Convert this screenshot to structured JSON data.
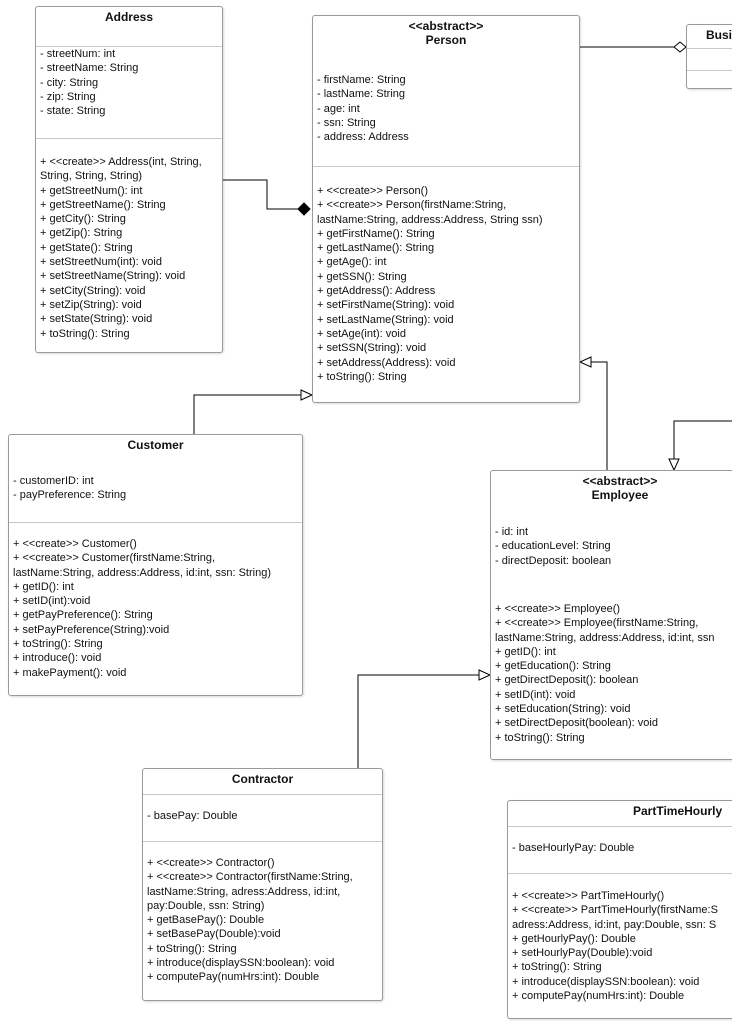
{
  "classes": {
    "address": {
      "name": "Address",
      "attributes": [
        "- streetNum: int",
        "- streetName: String",
        "- city: String",
        "- zip: String",
        "- state: String"
      ],
      "methods": [
        "+ <<create>> Address(int, String, String, String, String)",
        "+ getStreetNum(): int",
        "+ getStreetName(): String",
        "+ getCity(): String",
        "+ getZip(): String",
        "+ getState(): String",
        "+ setStreetNum(int): void",
        "+ setStreetName(String): void",
        "+ setCity(String): void",
        "+ setZip(String): void",
        "+ setState(String): void",
        "+ toString(): String"
      ]
    },
    "person": {
      "stereotype": "<<abstract>>",
      "name": "Person",
      "attributes": [
        "- firstName: String",
        "- lastName: String",
        "- age: int",
        "- ssn: String",
        "- address: Address"
      ],
      "methods": [
        "+ <<create>> Person()",
        "+ <<create>> Person(firstName:String, lastName:String, address:Address, String ssn)",
        "+ getFirstName(): String",
        "+ getLastName(): String",
        "+ getAge(): int",
        "+ getSSN(): String",
        "+ getAddress(): Address",
        "+ setFirstName(String): void",
        "+ setLastName(String): void",
        "+ setAge(int): void",
        "+ setSSN(String): void",
        "+ setAddress(Address): void",
        "+ toString(): String"
      ]
    },
    "business": {
      "name": "Busi"
    },
    "customer": {
      "name": "Customer",
      "attributes": [
        "- customerID: int",
        "- payPreference: String"
      ],
      "methods": [
        "+ <<create>> Customer()",
        "+ <<create>> Customer(firstName:String, lastName:String, address:Address, id:int, ssn: String)",
        "+ getID(): int",
        "+ setID(int):void",
        "+ getPayPreference(): String",
        "+ setPayPreference(String):void",
        "+ toString(): String",
        "+ introduce(): void",
        "+ makePayment(): void"
      ]
    },
    "employee": {
      "stereotype": "<<abstract>>",
      "name": "Employee",
      "attributes": [
        "- id: int",
        "- educationLevel: String",
        "- directDeposit: boolean"
      ],
      "methods": [
        "+ <<create>> Employee()",
        "+ <<create>> Employee(firstName:String,",
        "lastName:String, address:Address, id:int, ssn",
        "+ getID(): int",
        "+ getEducation(): String",
        "+ getDirectDeposit(): boolean",
        "+ setID(int): void",
        "+ setEducation(String): void",
        "+ setDirectDeposit(boolean): void",
        "+ toString(): String"
      ]
    },
    "contractor": {
      "name": "Contractor",
      "attributes": [
        "- basePay: Double"
      ],
      "methods": [
        "+ <<create>> Contractor()",
        "+ <<create>> Contractor(firstName:String, lastName:String, adress:Address, id:int, pay:Double, ssn: String)",
        "+ getBasePay(): Double",
        "+ setBasePay(Double):void",
        "+ toString(): String",
        "+ introduce(displaySSN:boolean): void",
        "+ computePay(numHrs:int): Double"
      ]
    },
    "parttime": {
      "name": "PartTimeHourly",
      "attributes": [
        "- baseHourlyPay: Double"
      ],
      "methods": [
        "+ <<create>> PartTimeHourly()",
        "+ <<create>> PartTimeHourly(firstName:S",
        "adress:Address, id:int, pay:Double, ssn: S",
        "+ getHourlyPay(): Double",
        "+ setHourlyPay(Double):void",
        "+ toString(): String",
        "+ introduce(displaySSN:boolean): void",
        "+ computePay(numHrs:int): Double"
      ]
    }
  }
}
